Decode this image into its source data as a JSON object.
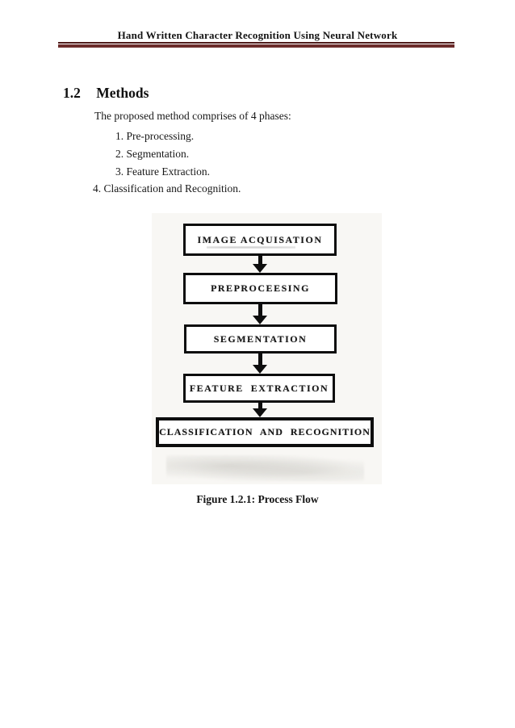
{
  "header": {
    "title": "Hand Written Character Recognition Using Neural Network"
  },
  "section": {
    "number": "1.2",
    "title": "Methods"
  },
  "intro": {
    "text": "The proposed method comprises of 4 phases:"
  },
  "phases": [
    {
      "label": "1. Pre-processing."
    },
    {
      "label": "2. Segmentation."
    },
    {
      "label": "3. Feature Extraction."
    },
    {
      "label": "4. Classification and Recognition."
    }
  ],
  "figure": {
    "steps": [
      "IMAGE ACQUISATION",
      "PREPROCEESING",
      "SEGMENTATION",
      "FEATURE  EXTRACTION",
      "CLASSIFICATION AND RECOGNITION"
    ],
    "caption": "Figure 1.2.1: Process Flow"
  },
  "colors": {
    "header_rule_thin": "#4d1a19",
    "header_rule_thick": "#6b2b2a",
    "flowchart_background": "#f8f7f4",
    "box_border": "#0d0d0d",
    "page_background": "#ffffff"
  }
}
